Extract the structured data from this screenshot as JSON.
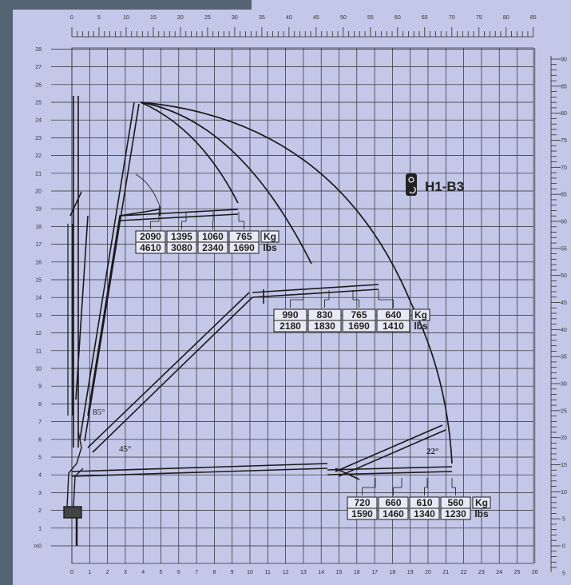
{
  "model": {
    "name": "H1-B3"
  },
  "axes": {
    "left_height_m": [
      "m0",
      "1",
      "2",
      "3",
      "4",
      "5",
      "6",
      "7",
      "8",
      "9",
      "10",
      "11",
      "12",
      "13",
      "14",
      "15",
      "16",
      "17",
      "18",
      "19",
      "20",
      "21",
      "22",
      "23",
      "24",
      "25",
      "26",
      "27",
      "28"
    ],
    "bottom_reach_m": [
      "0",
      "1",
      "2",
      "3",
      "4",
      "5",
      "6",
      "7",
      "8",
      "9",
      "10",
      "11",
      "12",
      "13",
      "14",
      "15",
      "16",
      "17",
      "18",
      "19",
      "20",
      "21",
      "22",
      "23",
      "24",
      "25",
      "26"
    ],
    "top_reach_ft": [
      "0",
      "5",
      "10",
      "15",
      "20",
      "25",
      "30",
      "35",
      "40",
      "45",
      "50",
      "55",
      "60",
      "65",
      "70",
      "75",
      "80",
      "85"
    ],
    "right_height_ft": [
      "5",
      "0",
      "5",
      "10",
      "15",
      "20",
      "25",
      "30",
      "35",
      "40",
      "45",
      "50",
      "55",
      "60",
      "65",
      "70",
      "75",
      "80",
      "85",
      "90"
    ]
  },
  "angles": [
    "85°",
    "45°",
    "22°"
  ],
  "load_tables": [
    {
      "kg": [
        "2090",
        "1395",
        "1060",
        "765"
      ],
      "lbs": [
        "4610",
        "3080",
        "2340",
        "1690"
      ],
      "unit_kg": "Kg",
      "unit_lbs": "lbs"
    },
    {
      "kg": [
        "990",
        "830",
        "765",
        "640"
      ],
      "lbs": [
        "2180",
        "1830",
        "1690",
        "1410"
      ],
      "unit_kg": "Kg",
      "unit_lbs": "lbs"
    },
    {
      "kg": [
        "720",
        "660",
        "610",
        "560"
      ],
      "lbs": [
        "1590",
        "1460",
        "1340",
        "1230"
      ],
      "unit_kg": "Kg",
      "unit_lbs": "lbs"
    }
  ],
  "colors": {
    "background": "#c3c7e8",
    "frame": "#566372",
    "grid": "#2a2a2a",
    "boom": "#2a2a2a"
  }
}
